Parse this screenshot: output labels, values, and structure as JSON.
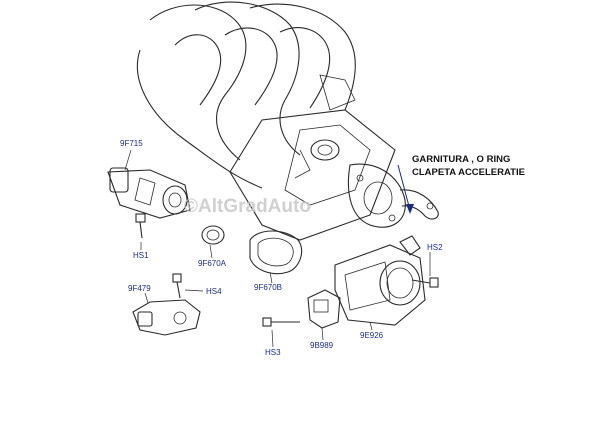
{
  "annotation": {
    "line1": "GARNITURA , O RING",
    "line2": "CLAPETA ACCELERATIE"
  },
  "watermark": "©AltGradAuto",
  "labels": {
    "p9F715": "9F715",
    "pHS1": "HS1",
    "p9F670A": "9F670A",
    "p9F479": "9F479",
    "pHS4": "HS4",
    "p9F670B": "9F670B",
    "pHS2": "HS2",
    "p9E926": "9E926",
    "p9B989": "9B989",
    "pHS3": "HS3"
  },
  "colors": {
    "label": "#1a2a8a",
    "annotation_arrow": "#1a2a8a",
    "line": "#2a2a2a"
  }
}
